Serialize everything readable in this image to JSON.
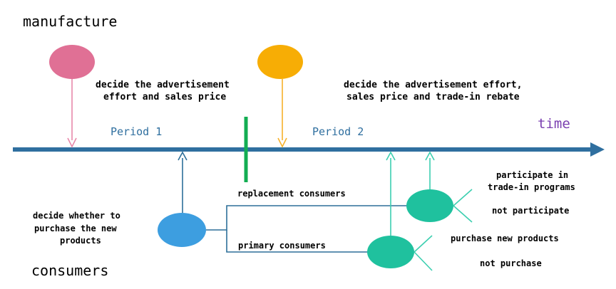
{
  "colors": {
    "timeline": "#2f6f9f",
    "period_text": "#2f6f9f",
    "time_text": "#7a3fb0",
    "manufacture_circle_1": "#e07095",
    "manufacture_arrow_1": "#e889aa",
    "manufacture_circle_2": "#f7ad05",
    "manufacture_arrow_2": "#f7b12a",
    "divider": "#12ad52",
    "consumer_circle": "#3d9ee0",
    "consumer_arrow": "#2d6f99",
    "branch_circle": "#1fc19e",
    "branch_arrow": "#3ccfb0"
  },
  "labels": {
    "manufacture": "manufacture",
    "consumers": "consumers",
    "time": "time",
    "period_1": "Period 1",
    "period_2": "Period 2",
    "decision_1": [
      "decide the advertisement",
      "effort and sales price"
    ],
    "decision_2": [
      "decide the advertisement effort,",
      "sales price and trade-in rebate"
    ],
    "consumer_decision": [
      "decide whether to",
      "purchase the new",
      "products"
    ],
    "replacement_consumers": "replacement consumers",
    "primary_consumers": "primary consumers",
    "participate": [
      "participate in",
      "trade-in programs"
    ],
    "not_participate": "not participate",
    "purchase_new": "purchase new products",
    "not_purchase": "not purchase"
  }
}
